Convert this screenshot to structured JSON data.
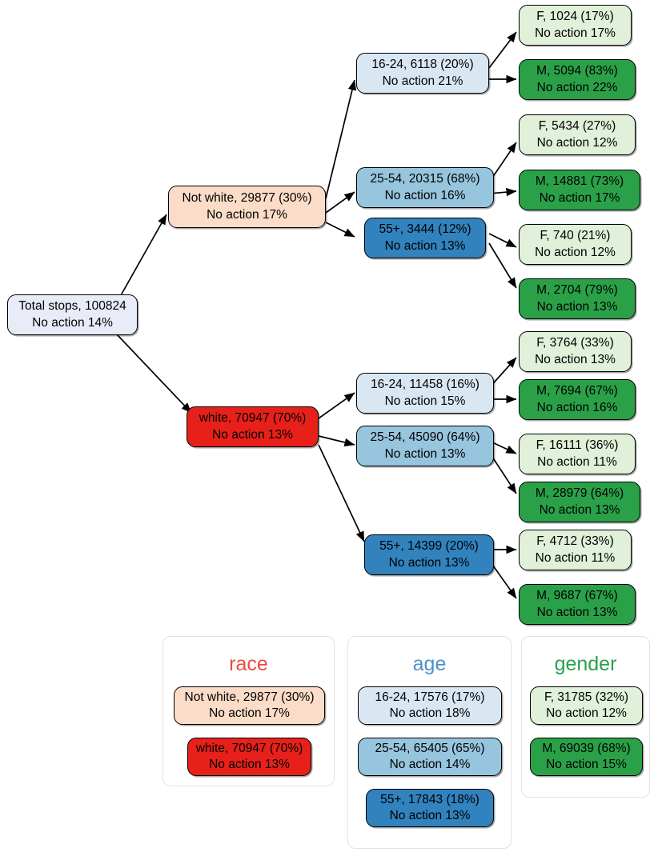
{
  "chart_data": {
    "type": "diagram",
    "diagram_kind": "decision-tree",
    "title": "",
    "root": {
      "id": "root",
      "label": "Total stops, 100824",
      "sublabel": "No action 14%",
      "count": 100824,
      "no_action": "14%",
      "color": "#e8ecf8"
    },
    "levels": [
      "race",
      "age",
      "gender"
    ],
    "nodes": [
      {
        "id": "notwhite",
        "level": "race",
        "parent": "root",
        "label": "Not white, 29877 (30%)",
        "sublabel": "No action 17%",
        "count": 29877,
        "share": "30%",
        "no_action": "17%",
        "color": "#fbdcc8"
      },
      {
        "id": "white",
        "level": "race",
        "parent": "root",
        "label": "white, 70947 (70%)",
        "sublabel": "No action 13%",
        "count": 70947,
        "share": "70%",
        "no_action": "13%",
        "color": "#e8201a"
      },
      {
        "id": "nw-a1",
        "level": "age",
        "parent": "notwhite",
        "label": "16-24, 6118 (20%)",
        "sublabel": "No action 21%",
        "count": 6118,
        "share": "20%",
        "no_action": "21%",
        "color": "#d9e7f3"
      },
      {
        "id": "nw-a2",
        "level": "age",
        "parent": "notwhite",
        "label": "25-54, 20315 (68%)",
        "sublabel": "No action 16%",
        "count": 20315,
        "share": "68%",
        "no_action": "16%",
        "color": "#97c5de"
      },
      {
        "id": "nw-a3",
        "level": "age",
        "parent": "notwhite",
        "label": "55+, 3444 (12%)",
        "sublabel": "No action 13%",
        "count": 3444,
        "share": "12%",
        "no_action": "13%",
        "color": "#3182bd"
      },
      {
        "id": "w-a1",
        "level": "age",
        "parent": "white",
        "label": "16-24, 11458 (16%)",
        "sublabel": "No action 15%",
        "count": 11458,
        "share": "16%",
        "no_action": "15%",
        "color": "#d9e7f3"
      },
      {
        "id": "w-a2",
        "level": "age",
        "parent": "white",
        "label": "25-54, 45090 (64%)",
        "sublabel": "No action 13%",
        "count": 45090,
        "share": "64%",
        "no_action": "13%",
        "color": "#97c5de"
      },
      {
        "id": "w-a3",
        "level": "age",
        "parent": "white",
        "label": "55+, 14399 (20%)",
        "sublabel": "No action 13%",
        "count": 14399,
        "share": "20%",
        "no_action": "13%",
        "color": "#3182bd"
      },
      {
        "id": "nw-a1-f",
        "level": "gender",
        "parent": "nw-a1",
        "label": "F, 1024 (17%)",
        "sublabel": "No action 17%",
        "count": 1024,
        "share": "17%",
        "no_action": "17%",
        "color": "#e0f0d9"
      },
      {
        "id": "nw-a1-m",
        "level": "gender",
        "parent": "nw-a1",
        "label": "M, 5094 (83%)",
        "sublabel": "No action 22%",
        "count": 5094,
        "share": "83%",
        "no_action": "22%",
        "color": "#2aa148"
      },
      {
        "id": "nw-a2-f",
        "level": "gender",
        "parent": "nw-a2",
        "label": "F, 5434 (27%)",
        "sublabel": "No action 12%",
        "count": 5434,
        "share": "27%",
        "no_action": "12%",
        "color": "#e0f0d9"
      },
      {
        "id": "nw-a2-m",
        "level": "gender",
        "parent": "nw-a2",
        "label": "M, 14881 (73%)",
        "sublabel": "No action 17%",
        "count": 14881,
        "share": "73%",
        "no_action": "17%",
        "color": "#2aa148"
      },
      {
        "id": "nw-a3-f",
        "level": "gender",
        "parent": "nw-a3",
        "label": "F, 740 (21%)",
        "sublabel": "No action 12%",
        "count": 740,
        "share": "21%",
        "no_action": "12%",
        "color": "#e0f0d9"
      },
      {
        "id": "nw-a3-m",
        "level": "gender",
        "parent": "nw-a3",
        "label": "M, 2704 (79%)",
        "sublabel": "No action 13%",
        "count": 2704,
        "share": "79%",
        "no_action": "13%",
        "color": "#2aa148"
      },
      {
        "id": "w-a1-f",
        "level": "gender",
        "parent": "w-a1",
        "label": "F, 3764 (33%)",
        "sublabel": "No action 13%",
        "count": 3764,
        "share": "33%",
        "no_action": "13%",
        "color": "#e0f0d9"
      },
      {
        "id": "w-a1-m",
        "level": "gender",
        "parent": "w-a1",
        "label": "M, 7694 (67%)",
        "sublabel": "No action 16%",
        "count": 7694,
        "share": "67%",
        "no_action": "16%",
        "color": "#2aa148"
      },
      {
        "id": "w-a2-f",
        "level": "gender",
        "parent": "w-a2",
        "label": "F, 16111 (36%)",
        "sublabel": "No action 11%",
        "count": 16111,
        "share": "36%",
        "no_action": "11%",
        "color": "#e0f0d9"
      },
      {
        "id": "w-a2-m",
        "level": "gender",
        "parent": "w-a2",
        "label": "M, 28979 (64%)",
        "sublabel": "No action 13%",
        "count": 28979,
        "share": "64%",
        "no_action": "13%",
        "color": "#2aa148"
      },
      {
        "id": "w-a3-f",
        "level": "gender",
        "parent": "w-a3",
        "label": "F, 4712 (33%)",
        "sublabel": "No action 11%",
        "count": 4712,
        "share": "33%",
        "no_action": "11%",
        "color": "#e0f0d9"
      },
      {
        "id": "w-a3-m",
        "level": "gender",
        "parent": "w-a3",
        "label": "M, 9687 (67%)",
        "sublabel": "No action 13%",
        "count": 9687,
        "share": "67%",
        "no_action": "13%",
        "color": "#2aa148"
      }
    ]
  },
  "tree": {
    "root": {
      "l1": "Total stops, 100824",
      "l2": "No action 14%"
    },
    "notwhite": {
      "l1": "Not white, 29877 (30%)",
      "l2": "No action 17%"
    },
    "white": {
      "l1": "white, 70947 (70%)",
      "l2": "No action 13%"
    },
    "nw_a1": {
      "l1": "16-24, 6118 (20%)",
      "l2": "No action 21%"
    },
    "nw_a2": {
      "l1": "25-54, 20315 (68%)",
      "l2": "No action 16%"
    },
    "nw_a3": {
      "l1": "55+, 3444 (12%)",
      "l2": "No action 13%"
    },
    "w_a1": {
      "l1": "16-24, 11458 (16%)",
      "l2": "No action 15%"
    },
    "w_a2": {
      "l1": "25-54, 45090 (64%)",
      "l2": "No action 13%"
    },
    "w_a3": {
      "l1": "55+, 14399 (20%)",
      "l2": "No action 13%"
    },
    "nw_a1_f": {
      "l1": "F, 1024 (17%)",
      "l2": "No action 17%"
    },
    "nw_a1_m": {
      "l1": "M, 5094 (83%)",
      "l2": "No action 22%"
    },
    "nw_a2_f": {
      "l1": "F, 5434 (27%)",
      "l2": "No action 12%"
    },
    "nw_a2_m": {
      "l1": "M, 14881 (73%)",
      "l2": "No action 17%"
    },
    "nw_a3_f": {
      "l1": "F, 740 (21%)",
      "l2": "No action 12%"
    },
    "nw_a3_m": {
      "l1": "M, 2704 (79%)",
      "l2": "No action 13%"
    },
    "w_a1_f": {
      "l1": "F, 3764 (33%)",
      "l2": "No action 13%"
    },
    "w_a1_m": {
      "l1": "M, 7694 (67%)",
      "l2": "No action 16%"
    },
    "w_a2_f": {
      "l1": "F, 16111 (36%)",
      "l2": "No action 11%"
    },
    "w_a2_m": {
      "l1": "M, 28979 (64%)",
      "l2": "No action 13%"
    },
    "w_a3_f": {
      "l1": "F, 4712 (33%)",
      "l2": "No action 11%"
    },
    "w_a3_m": {
      "l1": "M, 9687 (67%)",
      "l2": "No action 13%"
    }
  },
  "legend": {
    "race": {
      "title": "race",
      "title_color": "#f0493f",
      "items": [
        {
          "l1": "Not white, 29877 (30%)",
          "l2": "No action 17%",
          "color": "#fbdcc8"
        },
        {
          "l1": "white, 70947 (70%)",
          "l2": "No action 13%",
          "color": "#e8201a"
        }
      ]
    },
    "age": {
      "title": "age",
      "title_color": "#4f90c8",
      "items": [
        {
          "l1": "16-24, 17576 (17%)",
          "l2": "No action 18%",
          "color": "#d9e7f3"
        },
        {
          "l1": "25-54, 65405 (65%)",
          "l2": "No action 14%",
          "color": "#97c5de"
        },
        {
          "l1": "55+, 17843 (18%)",
          "l2": "No action 13%",
          "color": "#3182bd"
        }
      ]
    },
    "gender": {
      "title": "gender",
      "title_color": "#2aa148",
      "items": [
        {
          "l1": "F, 31785 (32%)",
          "l2": "No action 12%",
          "color": "#e0f0d9"
        },
        {
          "l1": "M, 69039 (68%)",
          "l2": "No action 15%",
          "color": "#2aa148"
        }
      ]
    }
  }
}
